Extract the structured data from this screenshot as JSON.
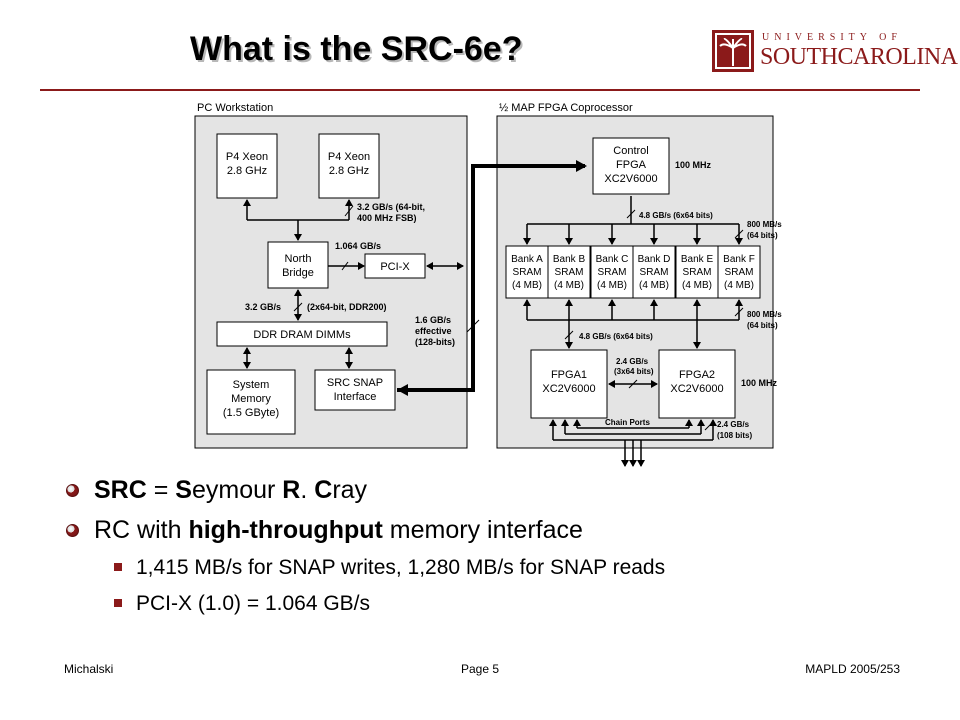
{
  "slide": {
    "title": "What is the SRC-6e?",
    "logo": {
      "top": "UNIVERSITY OF",
      "main": "SOUTHCAROLINA"
    }
  },
  "diagram": {
    "pc_label": "PC Workstation",
    "map_label": "½ MAP FPGA Coprocessor",
    "cpu1": [
      "P4 Xeon",
      "2.8 GHz"
    ],
    "cpu2": [
      "P4 Xeon",
      "2.8 GHz"
    ],
    "fsb_label": [
      "3.2 GB/s (64-bit,",
      "400 MHz FSB)"
    ],
    "north_bridge": [
      "North",
      "Bridge"
    ],
    "pcix_rate": "1.064 GB/s",
    "pcix": "PCI-X",
    "ddr_rate": "3.2 GB/s",
    "ddr_note": "(2x64-bit, DDR200)",
    "ddr": "DDR DRAM DIMMs",
    "sysmem": [
      "System",
      "Memory",
      "(1.5 GByte)"
    ],
    "snap": [
      "SRC SNAP",
      "Interface"
    ],
    "snap_rate": [
      "1.6 GB/s",
      "effective",
      "(128-bits)"
    ],
    "control_fpga": [
      "Control",
      "FPGA",
      "XC2V6000"
    ],
    "control_clock": "100 MHz",
    "bus_top": "4.8 GB/s (6x64 bits)",
    "bank_rate_top": [
      "800 MB/s",
      "(64 bits)"
    ],
    "banks": [
      [
        "Bank A",
        "SRAM",
        "(4 MB)"
      ],
      [
        "Bank B",
        "SRAM",
        "(4 MB)"
      ],
      [
        "Bank C",
        "SRAM",
        "(4 MB)"
      ],
      [
        "Bank D",
        "SRAM",
        "(4 MB)"
      ],
      [
        "Bank E",
        "SRAM",
        "(4 MB)"
      ],
      [
        "Bank F",
        "SRAM",
        "(4 MB)"
      ]
    ],
    "bank_rate_bottom": [
      "800 MB/s",
      "(64 bits)"
    ],
    "bus_bottom": "4.8 GB/s (6x64 bits)",
    "fpga1": [
      "FPGA1",
      "XC2V6000"
    ],
    "fpga2": [
      "FPGA2",
      "XC2V6000"
    ],
    "fpga_link": [
      "2.4 GB/s",
      "(3x64 bits)"
    ],
    "fpga_clock": "100 MHz",
    "chain_ports": "Chain Ports",
    "chain_rate": [
      "2.4 GB/s",
      "(108 bits)"
    ]
  },
  "bullets": [
    {
      "parts": [
        {
          "t": "SRC",
          "b": true
        },
        {
          "t": " = ",
          "b": false
        },
        {
          "t": "S",
          "b": true
        },
        {
          "t": "eymour ",
          "b": false
        },
        {
          "t": "R",
          "b": true
        },
        {
          "t": ". ",
          "b": false
        },
        {
          "t": "C",
          "b": true
        },
        {
          "t": "ray",
          "b": false
        }
      ]
    },
    {
      "parts": [
        {
          "t": "RC with ",
          "b": false
        },
        {
          "t": "high-throughput",
          "b": true
        },
        {
          "t": " memory interface",
          "b": false
        }
      ],
      "sub": [
        "1,415 MB/s for SNAP writes, 1,280 MB/s for SNAP reads",
        "PCI-X (1.0) = 1.064 GB/s"
      ]
    }
  ],
  "footer": {
    "left": "Michalski",
    "center": "Page 5",
    "right": "MAPLD 2005/253"
  },
  "colors": {
    "accent": "#8b1a1a",
    "diagram_bg": "#e4e4e4"
  }
}
